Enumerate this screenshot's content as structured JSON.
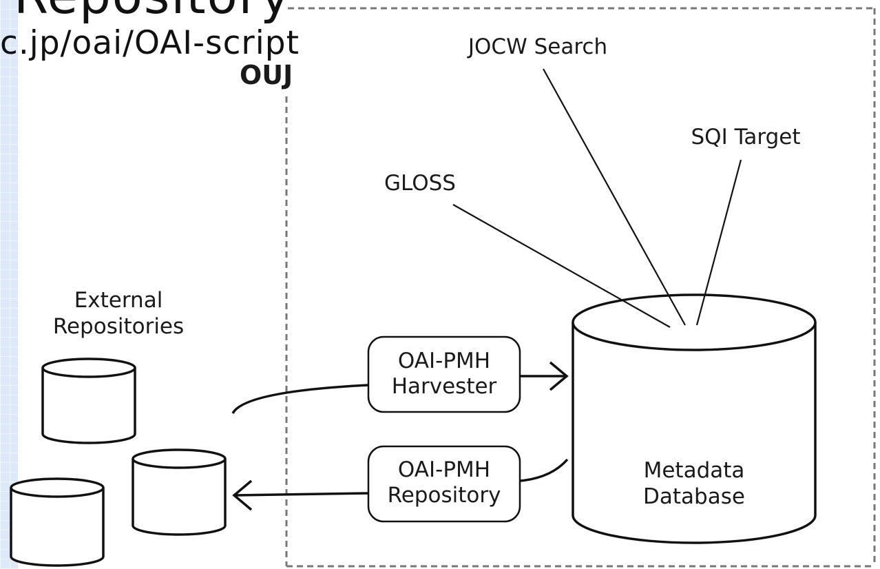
{
  "slide": {
    "title": "Repository",
    "subtitle": "c.jp/oai/OAI-script"
  },
  "diagram": {
    "boundary_label": "OUJ",
    "external": {
      "label_line1": "External",
      "label_line2": "Repositories"
    },
    "harvester": {
      "line1": "OAI-PMH",
      "line2": "Harvester"
    },
    "repository": {
      "line1": "OAI-PMH",
      "line2": "Repository"
    },
    "database": {
      "line1": "Metadata",
      "line2": "Database"
    },
    "services": {
      "jocw": "JOCW Search",
      "sqi": "SQI Target",
      "gloss": "GLOSS"
    }
  }
}
